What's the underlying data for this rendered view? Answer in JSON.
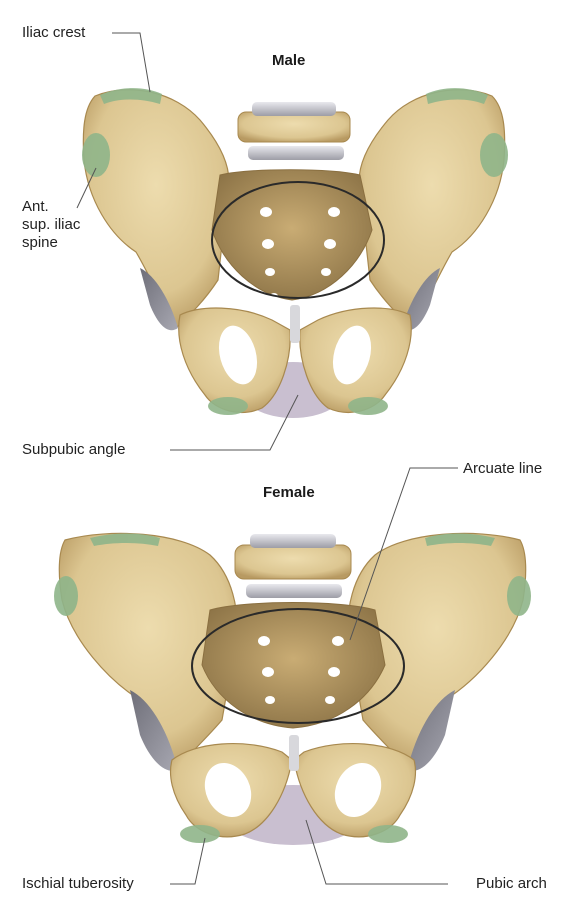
{
  "panels": {
    "male": {
      "title": "Male"
    },
    "female": {
      "title": "Female"
    }
  },
  "labels": {
    "iliac_crest": "Iliac crest",
    "ant_sup_iliac_spine": [
      "Ant.",
      "sup. iliac",
      "spine"
    ],
    "subpubic_angle": "Subpubic angle",
    "arcuate_line": "Arcuate line",
    "ischial_tuberosity": "Ischial tuberosity",
    "pubic_arch": "Pubic arch"
  },
  "colors": {
    "bone": "#e3cf9e",
    "bone_shadow": "#b89a62",
    "cartilage": "#8fb58a",
    "disc": "#c9c9cf",
    "arch": "#c9bfd0",
    "inlet_line": "#2a2a2a",
    "leader": "#555555"
  },
  "icons": {}
}
